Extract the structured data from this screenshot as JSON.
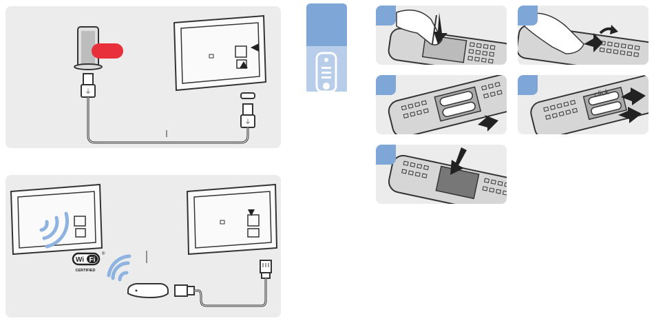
{
  "steps": [
    {
      "id": "open-cover",
      "number": "",
      "caption": ""
    },
    {
      "id": "remove-cover",
      "number": "",
      "caption": ""
    },
    {
      "id": "insert-batteries",
      "number": "",
      "caption": ""
    },
    {
      "id": "slide-cover",
      "number": "",
      "caption": ""
    },
    {
      "id": "close-cover",
      "number": "",
      "caption": ""
    }
  ],
  "labels": {
    "click": "click",
    "wifi_logo": "Wi Fi",
    "wifi_certified": "CERTIFIED",
    "wifi_reg": "®"
  },
  "colors": {
    "panel_bg": "#ececec",
    "accent_blue": "#7ea6d6",
    "light_blue": "#b7cde9",
    "usb_red": "#e8303a",
    "line": "#333333",
    "wifi_blue": "#8fb3e0"
  },
  "icons": [
    "usb-drive-icon",
    "tv-back-icon",
    "usb-plug-icon",
    "wifi-waves-icon",
    "router-icon",
    "ethernet-plug-icon",
    "remote-control-icon",
    "arrow-icon"
  ]
}
